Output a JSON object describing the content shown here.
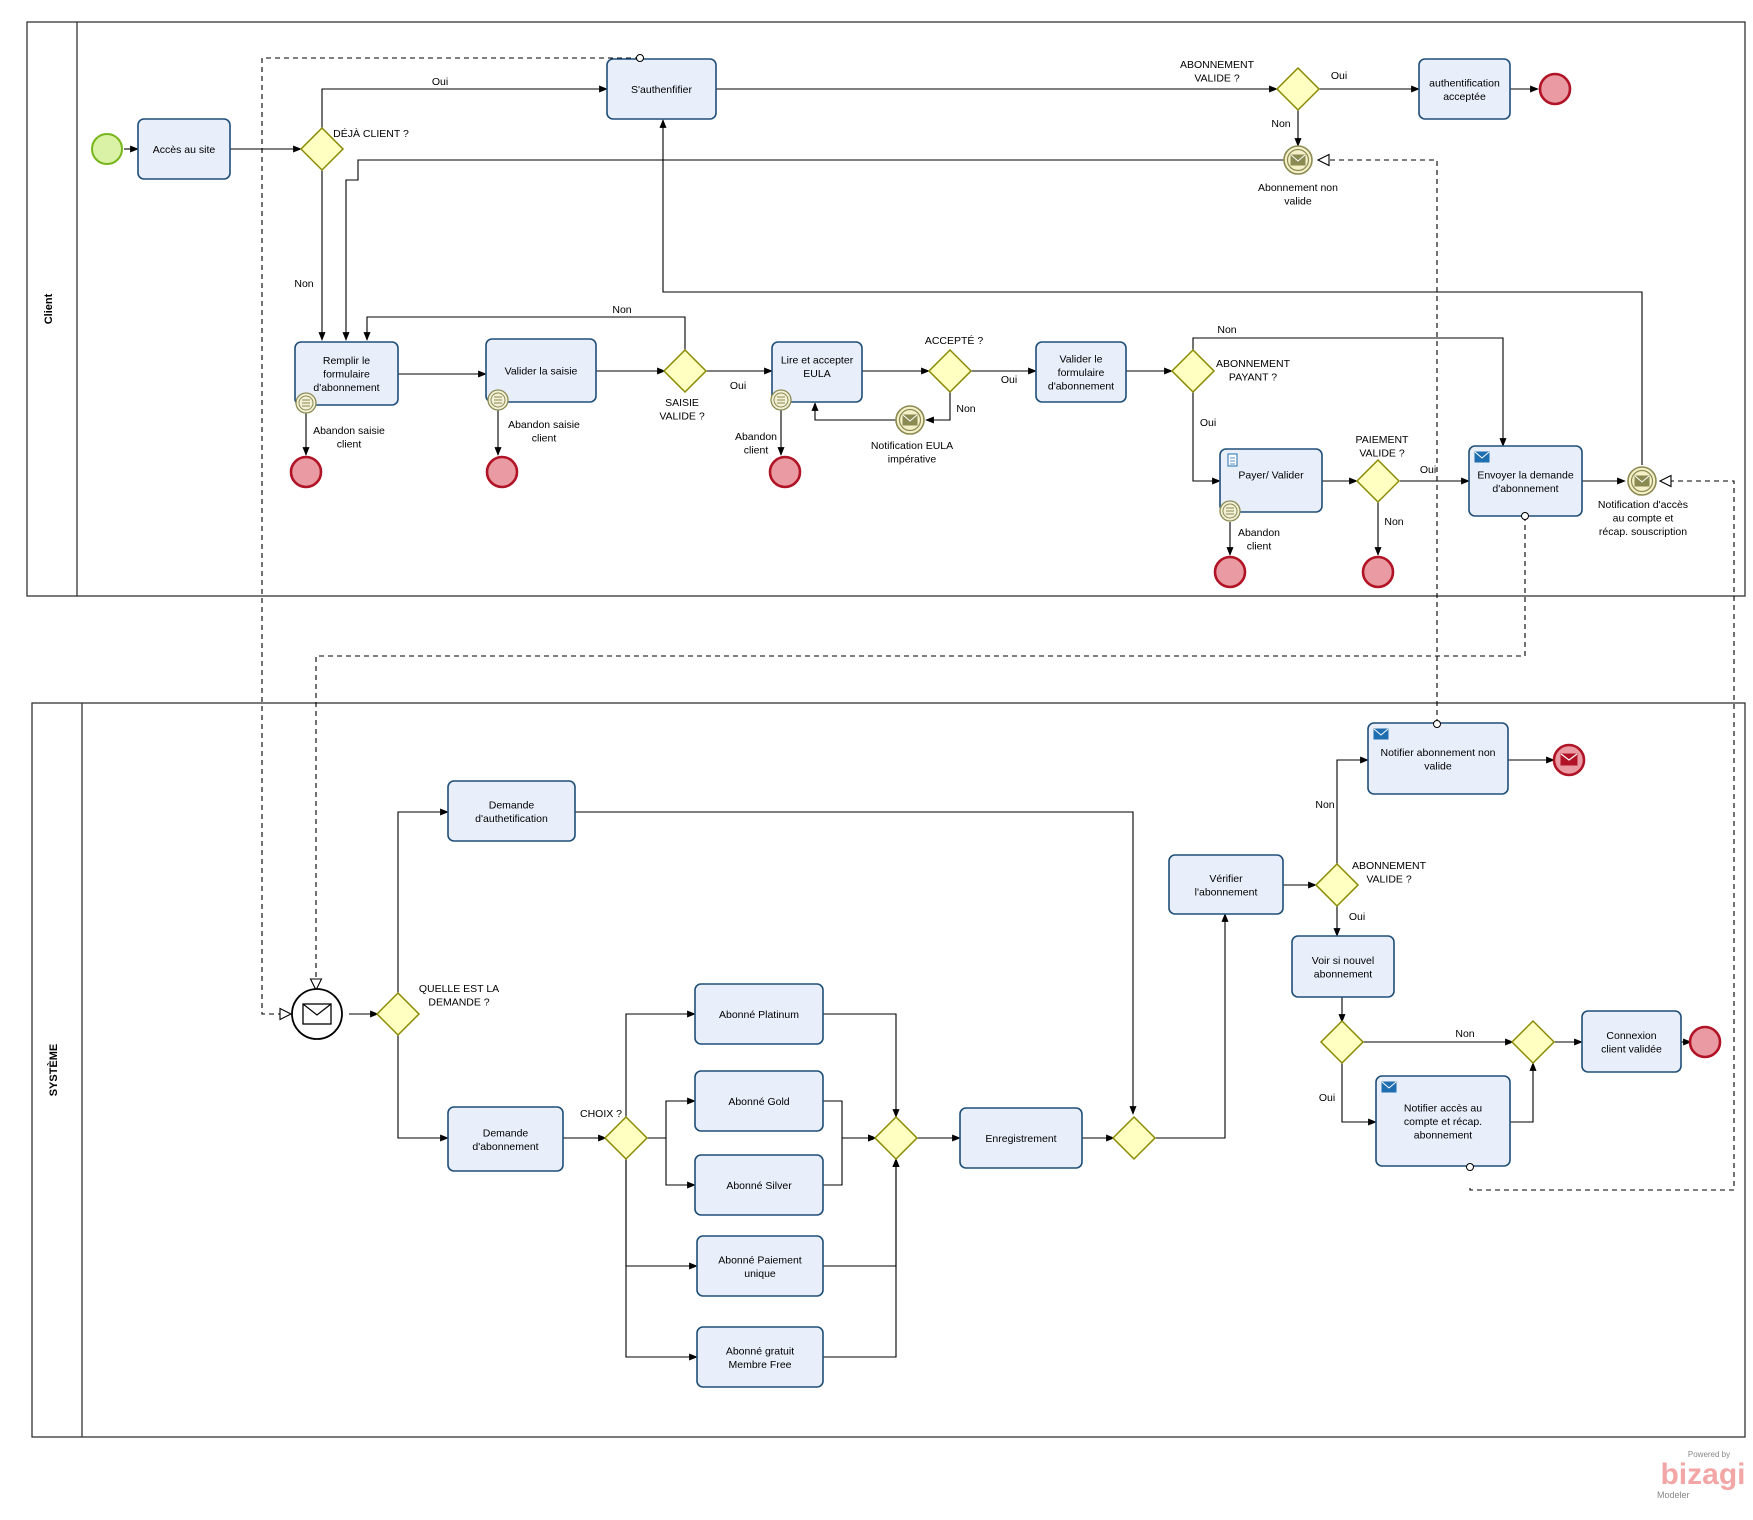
{
  "lanes": {
    "client": "Client",
    "systeme": "SYSTÈME"
  },
  "tasks": {
    "acces_site": [
      "Accès au site"
    ],
    "authentifier": [
      "S'authenfifier"
    ],
    "auth_acceptee": [
      "authentification",
      "acceptée"
    ],
    "remplir_formulaire": [
      "Remplir le",
      "formulaire",
      "d'abonnement"
    ],
    "valider_saisie": [
      "Valider la saisie"
    ],
    "lire_eula": [
      "Lire et accepter",
      "EULA"
    ],
    "valider_formulaire": [
      "Valider le",
      "formulaire",
      "d'abonnement"
    ],
    "payer_valider": [
      "Payer/ Valider"
    ],
    "envoyer_demande": [
      "Envoyer la demande",
      "d'abonnement"
    ],
    "demande_auth": [
      "Demande",
      "d'authetification"
    ],
    "demande_abonnement": [
      "Demande",
      "d'abonnement"
    ],
    "platinum": [
      "Abonné Platinum"
    ],
    "gold": [
      "Abonné Gold"
    ],
    "silver": [
      "Abonné Silver"
    ],
    "paiement_unique": [
      "Abonné Paiement",
      "unique"
    ],
    "gratuit": [
      "Abonné gratuit",
      "Membre Free"
    ],
    "enregistrement": [
      "Enregistrement"
    ],
    "verifier": [
      "Vérifier",
      "l'abonnement"
    ],
    "notifier_non_valide": [
      "Notifier abonnement non",
      "valide"
    ],
    "voir_nouvel": [
      "Voir si nouvel",
      "abonnement"
    ],
    "notifier_acces": [
      "Notifier accès au",
      "compte  et  récap.",
      "abonnement"
    ],
    "connexion": [
      "Connexion",
      "client validée"
    ]
  },
  "labels": {
    "deja_client": [
      "DÉJÀ CLIENT ?"
    ],
    "oui_auth": [
      "Oui"
    ],
    "non_remplir": [
      "Non"
    ],
    "abo_valide_1": [
      "ABONNEMENT",
      "VALIDE ?"
    ],
    "oui_abo_1": [
      "Oui"
    ],
    "non_abo_1": [
      "Non"
    ],
    "abo_non_valide_msg": [
      "Abonnement non",
      "valide"
    ],
    "non_saisie": [
      "Non"
    ],
    "saisie_valide": [
      "SAISIE",
      "VALIDE ?"
    ],
    "oui_saisie": [
      "Oui"
    ],
    "accepte": [
      "ACCEPTÉ ?"
    ],
    "non_accepte": [
      "Non"
    ],
    "oui_accepte": [
      "Oui"
    ],
    "notif_eula": [
      "Notification EULA",
      "impérative"
    ],
    "abandon_saisie_1": [
      "Abandon saisie",
      "client"
    ],
    "abandon_saisie_2": [
      "Abandon saisie",
      "client"
    ],
    "abandon_eula": [
      "Abandon",
      "client"
    ],
    "abandon_pay": [
      "Abandon",
      "client"
    ],
    "non_payant": [
      "Non"
    ],
    "abo_payant": [
      "ABONNEMENT",
      "PAYANT ?"
    ],
    "oui_payant": [
      "Oui"
    ],
    "paiement_valide": [
      "PAIEMENT",
      "VALIDE ?"
    ],
    "oui_paiement": [
      "Oui"
    ],
    "non_paiement": [
      "Non"
    ],
    "notif_acces_msg": [
      "Notification d'accès",
      "au compte et",
      "récap. souscription"
    ],
    "quelle_demande": [
      "QUELLE EST LA",
      "DEMANDE ?"
    ],
    "choix": [
      "CHOIX ?"
    ],
    "non_notifier": [
      "Non"
    ],
    "abo_valide_2": [
      "ABONNEMENT",
      "VALIDE ?"
    ],
    "oui_voir": [
      "Oui"
    ],
    "non_connexion": [
      "Non"
    ],
    "oui_notifier_acces": [
      "Oui"
    ]
  },
  "branding": {
    "powered": "Powered by",
    "name": "bizagi",
    "product": "Modeler"
  }
}
